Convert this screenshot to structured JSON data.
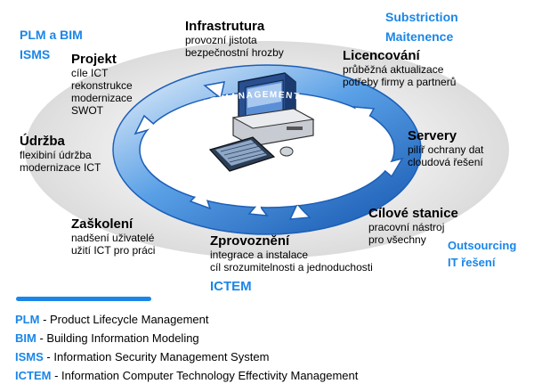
{
  "corner_labels": {
    "plm_bim": "PLM a BIM",
    "isms": "ISMS",
    "substriction": "Substriction",
    "maitenence": "Maitenence",
    "outsourcing": "Outsourcing",
    "it_reseni": "IT řešení",
    "ictem": "ICTEM"
  },
  "ring_text": "LIFECYCLE MANAGEMENT",
  "stages": [
    {
      "title": "Infrastrutura",
      "lines": [
        "provozní jistota",
        "bezpečnostní hrozby"
      ]
    },
    {
      "title": "Licencování",
      "lines": [
        "průběžná aktualizace",
        "potřeby firmy a partnerů"
      ]
    },
    {
      "title": "Servery",
      "lines": [
        "pilíř ochrany dat",
        "cloudová řešení"
      ]
    },
    {
      "title": "Cílové stanice",
      "lines": [
        "pracovní nástroj",
        "pro všechny"
      ]
    },
    {
      "title": "Zprovoznění",
      "lines": [
        "integrace a instalace",
        "cíl srozumitelnosti a jednoduchosti"
      ]
    },
    {
      "title": "Zaškolení",
      "lines": [
        "nadšení uživatelé",
        "užití ICT pro práci"
      ]
    },
    {
      "title": "Údržba",
      "lines": [
        "flexibiní údržba",
        "modernizace ICT"
      ]
    },
    {
      "title": "Projekt",
      "lines": [
        "cíle ICT",
        "rekonstrukce",
        "modernizace",
        "SWOT"
      ]
    }
  ],
  "legend": [
    {
      "abbr": "PLM",
      "text": " - Product Lifecycle Management"
    },
    {
      "abbr": "BIM",
      "text": " - Building Information Modeling"
    },
    {
      "abbr": "ISMS",
      "text": " - Information Security Management System"
    },
    {
      "abbr": "ICTEM",
      "text": " - Information Computer Technology Effectivity Management"
    }
  ],
  "colors": {
    "accent": "#1a86e8",
    "arrow_dark": "#1c5fb8",
    "arrow_light": "#cfe3f7",
    "halo": "#e6e6e6"
  }
}
